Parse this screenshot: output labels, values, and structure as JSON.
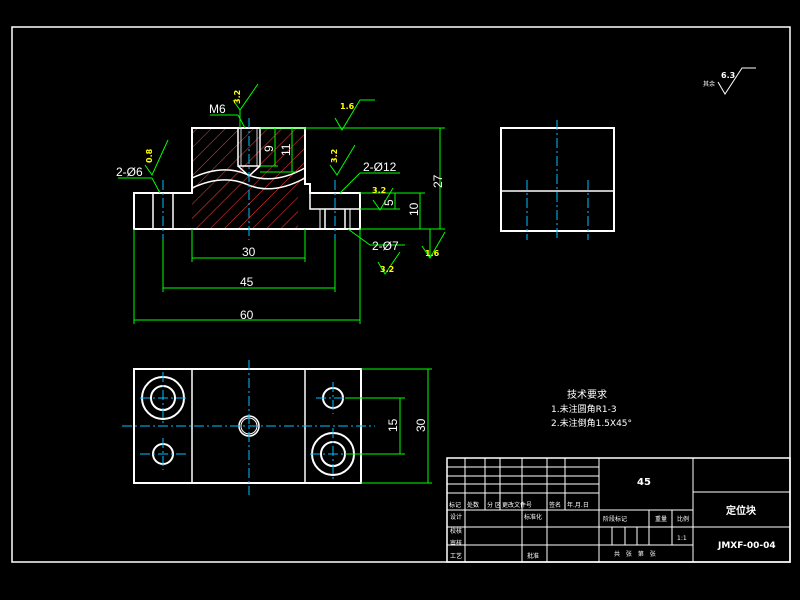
{
  "view_front": {
    "thread": "M6",
    "roughness": [
      "3.2",
      "1.6",
      "0.8",
      "3.2",
      "3.2",
      "3.2",
      "1.6"
    ],
    "labels": {
      "holes_6": "2-Ø6",
      "holes_12": "2-Ø12",
      "holes_7": "2-Ø7",
      "d_9": "9",
      "d_11": "11",
      "d_27": "27",
      "d_10": "10",
      "d_5": "5",
      "d_30": "30",
      "d_45": "45",
      "d_60": "60"
    }
  },
  "view_top": {
    "d_15": "15",
    "d_30": "30"
  },
  "general_roughness": {
    "prefix": "其余",
    "value": "6.3"
  },
  "tech_req": {
    "title": "技术要求",
    "lines": [
      "1.未注圆角R1-3",
      "2.未注倒角1.5X45°"
    ]
  },
  "title_block": {
    "material": "45",
    "part_name": "定位块",
    "drawing_no": "JMXF-00-04",
    "scale": "1:1",
    "rev_headers": [
      "标记",
      "处数",
      "分 区",
      "更改文件号",
      "签名",
      "年.月.日"
    ],
    "rows": [
      "设计",
      "校核",
      "审核",
      "工艺"
    ],
    "std": "标准化",
    "approve": "批准",
    "stage_headers": [
      "阶段标记",
      "重量",
      "比例"
    ],
    "sheet": "共 张 第 张"
  }
}
